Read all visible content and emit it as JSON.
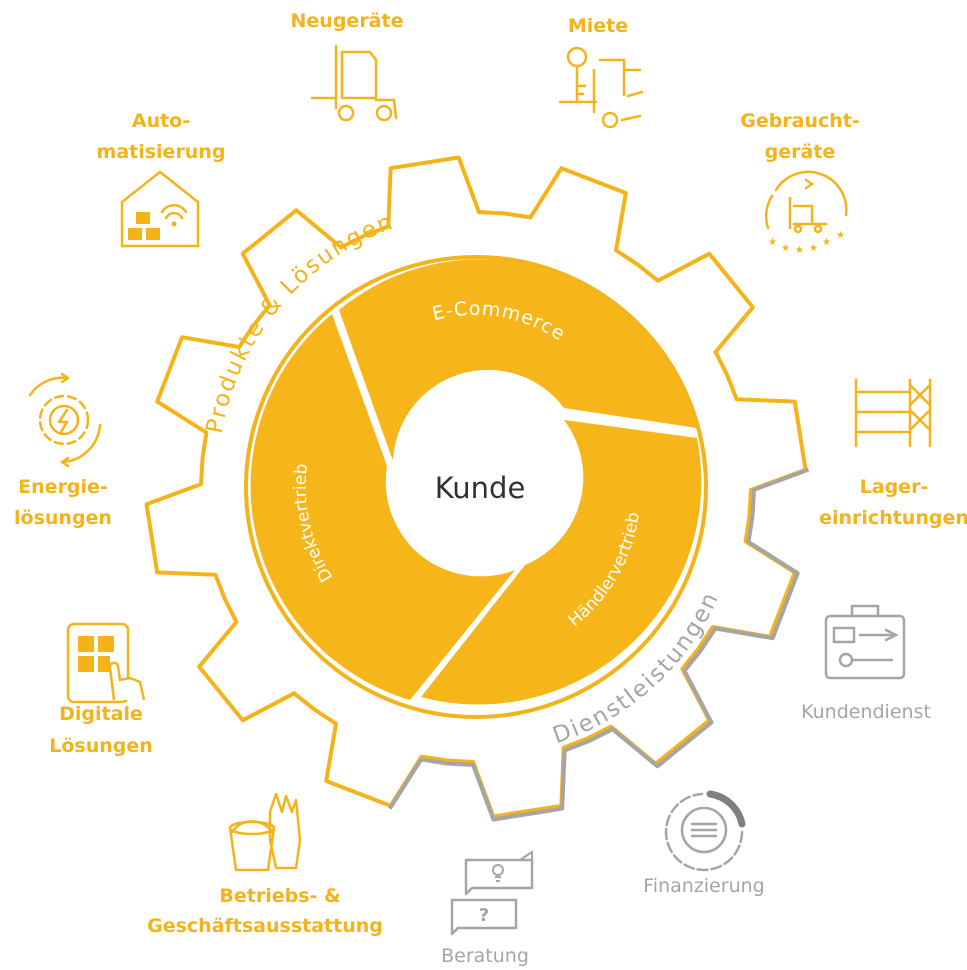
{
  "center": {
    "label": "Kunde"
  },
  "channels": {
    "ecommerce": "E-Commerce",
    "direct": "Direktvertrieb",
    "dealer": "Händlervertrieb"
  },
  "rings": {
    "products": "Produkte & Lösungen",
    "services": "Dienstleistungen"
  },
  "products": {
    "new_equipment": "Neugeräte",
    "rental": "Miete",
    "used_line1": "Gebraucht-",
    "used_line2": "geräte",
    "automation_line1": "Auto-",
    "automation_line2": "matisierung",
    "energy_line1": "Energie-",
    "energy_line2": "lösungen",
    "storage_line1": "Lager-",
    "storage_line2": "einrichtungen",
    "digital_line1": "Digitale",
    "digital_line2": "Lösungen",
    "operating_line1": "Betriebs- &",
    "operating_line2": "Geschäftsausstattung"
  },
  "services": {
    "customer_service": "Kundendienst",
    "financing": "Finanzierung",
    "consulting": "Beratung",
    "question_mark": "?"
  },
  "colors": {
    "yellow": "#F5B31A",
    "yellow_fill": "#F6B519",
    "gray": "#A5A5A5",
    "dark_text": "#2E3237",
    "white": "#FFFFFF"
  }
}
